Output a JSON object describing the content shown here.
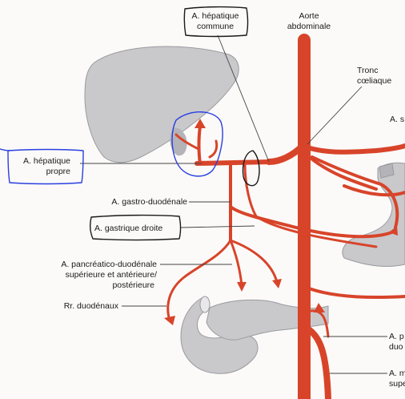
{
  "labels": {
    "hepatique_commune": [
      "A. hépatique",
      "commune"
    ],
    "aorte": [
      "Aorte",
      "abdominale"
    ],
    "tronc": [
      "Tronc",
      "cœliaque"
    ],
    "splenique_partial": "A. s",
    "hepatique_propre": [
      "A. hépatique",
      "propre"
    ],
    "gastro_duodenale": "A. gastro-duodénale",
    "gastrique_droite": "A. gastrique droite",
    "pancreatico": [
      "A. pancréatico-duodénale",
      "supérieure et antérieure/",
      "postérieure"
    ],
    "rr_duodenaux": "Rr. duodénaux",
    "right_bottom_1": [
      "A. p",
      "duo"
    ],
    "right_bottom_2": [
      "A. m",
      "supe"
    ]
  },
  "colors": {
    "artery": "#d8442a",
    "organ": "#c9c9cc",
    "ink_annotation": "#1a1a1a",
    "blue_annotation": "#2a3fe0"
  }
}
